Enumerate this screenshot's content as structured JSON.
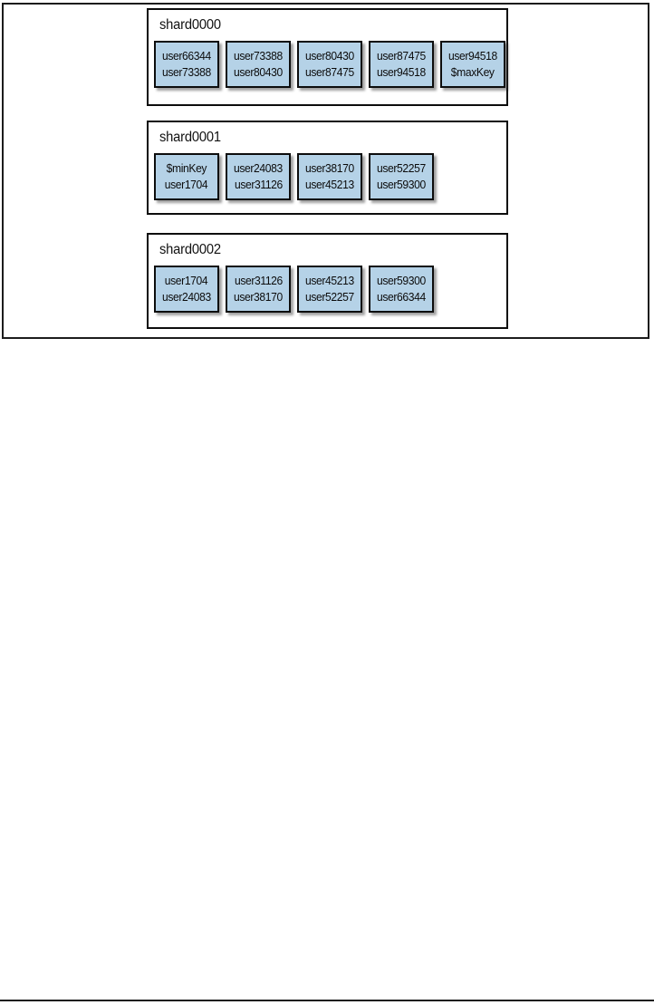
{
  "figure": {
    "shards": [
      {
        "name": "shard0000",
        "chunks": [
          {
            "from": "user66344",
            "to": "user73388"
          },
          {
            "from": "user73388",
            "to": "user80430"
          },
          {
            "from": "user80430",
            "to": "user87475"
          },
          {
            "from": "user87475",
            "to": "user94518"
          },
          {
            "from": "user94518",
            "to": "$maxKey"
          }
        ]
      },
      {
        "name": "shard0001",
        "chunks": [
          {
            "from": "$minKey",
            "to": "user1704"
          },
          {
            "from": "user24083",
            "to": "user31126"
          },
          {
            "from": "user38170",
            "to": "user45213"
          },
          {
            "from": "user52257",
            "to": "user59300"
          }
        ]
      },
      {
        "name": "shard0002",
        "chunks": [
          {
            "from": "user1704",
            "to": "user24083"
          },
          {
            "from": "user31126",
            "to": "user38170"
          },
          {
            "from": "user45213",
            "to": "user52257"
          },
          {
            "from": "user59300",
            "to": "user66344"
          }
        ]
      }
    ],
    "colors": {
      "chunk_fill": "#B5D2E7",
      "line": "#1c1c1c"
    }
  }
}
